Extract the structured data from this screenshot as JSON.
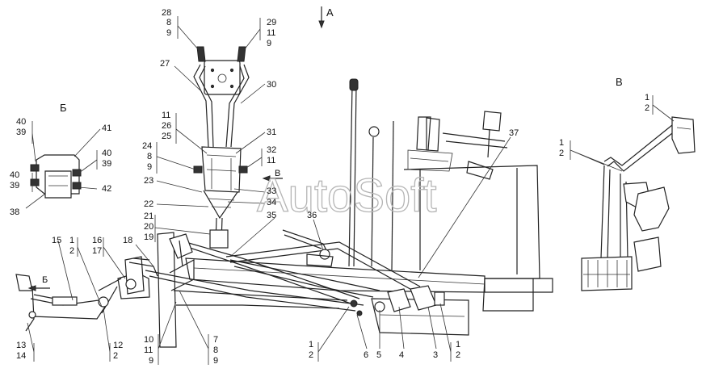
{
  "watermark": "AutoSoft",
  "views": {
    "a": "А",
    "b": "Б",
    "v": "В",
    "b_arrow": "Б",
    "v_arrow": "В"
  },
  "callouts": {
    "c28_8_9": [
      "28",
      "8",
      "9"
    ],
    "c29_11_9": [
      "29",
      "11",
      "9"
    ],
    "c27": [
      "27"
    ],
    "c30": [
      "30"
    ],
    "c11_26_25": [
      "11",
      "26",
      "25"
    ],
    "c31": [
      "31"
    ],
    "c24_8_9": [
      "24",
      "8",
      "9"
    ],
    "c32_11": [
      "32",
      "11"
    ],
    "c23": [
      "23"
    ],
    "c33": [
      "33"
    ],
    "c22": [
      "22"
    ],
    "c34": [
      "34"
    ],
    "c21_20_19": [
      "21",
      "20",
      "19"
    ],
    "c35": [
      "35"
    ],
    "c36": [
      "36"
    ],
    "c37": [
      "37"
    ],
    "c40_39_top": [
      "40",
      "39"
    ],
    "c41": [
      "41"
    ],
    "c40_39_right": [
      "40",
      "39"
    ],
    "c40_39_left": [
      "40",
      "39"
    ],
    "c42": [
      "42"
    ],
    "c38": [
      "38"
    ],
    "c15": [
      "15"
    ],
    "c1_2_left": [
      "1",
      "2"
    ],
    "c16_17": [
      "16",
      "17"
    ],
    "c18": [
      "18"
    ],
    "c13_14": [
      "13",
      "14"
    ],
    "c12_2": [
      "12",
      "2"
    ],
    "c10_11_9": [
      "10",
      "11",
      "9"
    ],
    "c7_8_9": [
      "7",
      "8",
      "9"
    ],
    "c1_2_bottom": [
      "1",
      "2"
    ],
    "c6": [
      "6"
    ],
    "c5": [
      "5"
    ],
    "c4": [
      "4"
    ],
    "c3": [
      "3"
    ],
    "c1_2_br": [
      "1",
      "2"
    ],
    "c1_2_vtop": [
      "1",
      "2"
    ],
    "c1_2_vmid": [
      "1",
      "2"
    ]
  }
}
